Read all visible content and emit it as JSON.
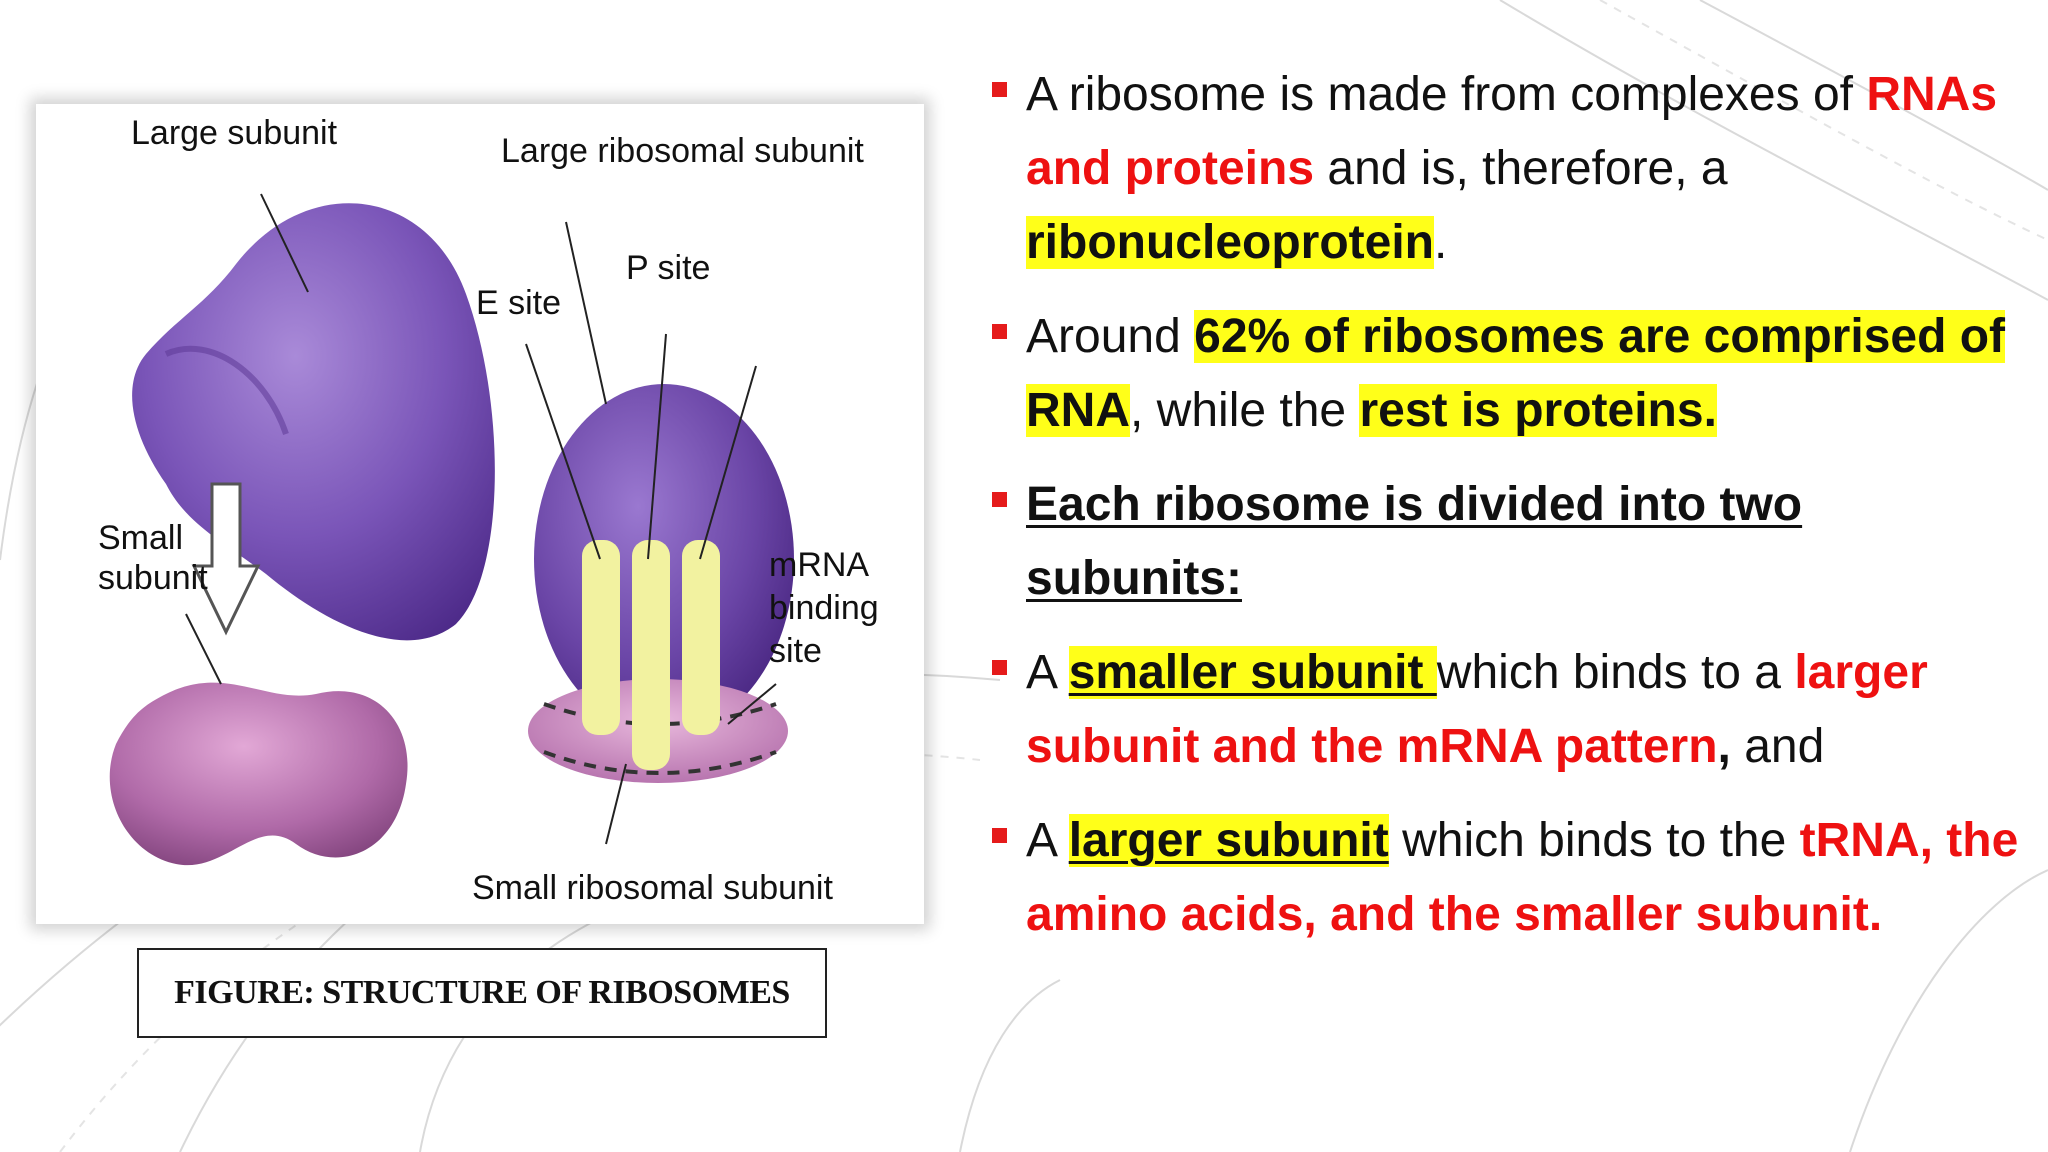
{
  "figure": {
    "labels": {
      "large_subunit": "Large subunit",
      "small_subunit_line1": "Small",
      "small_subunit_line2": "subunit",
      "large_ribosomal_subunit": "Large ribosomal subunit",
      "e_site": "E site",
      "p_site": "P site",
      "mrna_line1": "mRNA",
      "mrna_line2": "binding",
      "mrna_line3": "site",
      "small_ribosomal_subunit": "Small ribosomal subunit"
    },
    "caption": "Figure: Structure of Ribosomes"
  },
  "bullets": {
    "b1": {
      "t1": "A ribosome is made from complexes of ",
      "t2": "RNAs and proteins",
      "t3": " and is, therefore, a ",
      "t4": "ribonucleoprotein",
      "t5": "."
    },
    "b2": {
      "t1": "Around ",
      "t2": "62% of ribosomes are comprised of RNA",
      "t3": ", while the ",
      "t4": "rest is proteins."
    },
    "b3": {
      "t1": "Each ribosome is divided into two subunits:"
    },
    "b4": {
      "t1": "A ",
      "t2": "smaller subunit ",
      "t3": "which binds to a ",
      "t4": "larger subunit and the mRNA pattern",
      "t5": ",",
      "t6": " and"
    },
    "b5": {
      "t1": "A ",
      "t2": "larger subunit",
      "t3": " which binds to the ",
      "t4": "tRNA, the amino acids, and the smaller subunit."
    }
  },
  "colors": {
    "accent_red": "#ee1111",
    "highlight_yellow": "#ffff19",
    "bullet_square": "#e51b1b"
  }
}
